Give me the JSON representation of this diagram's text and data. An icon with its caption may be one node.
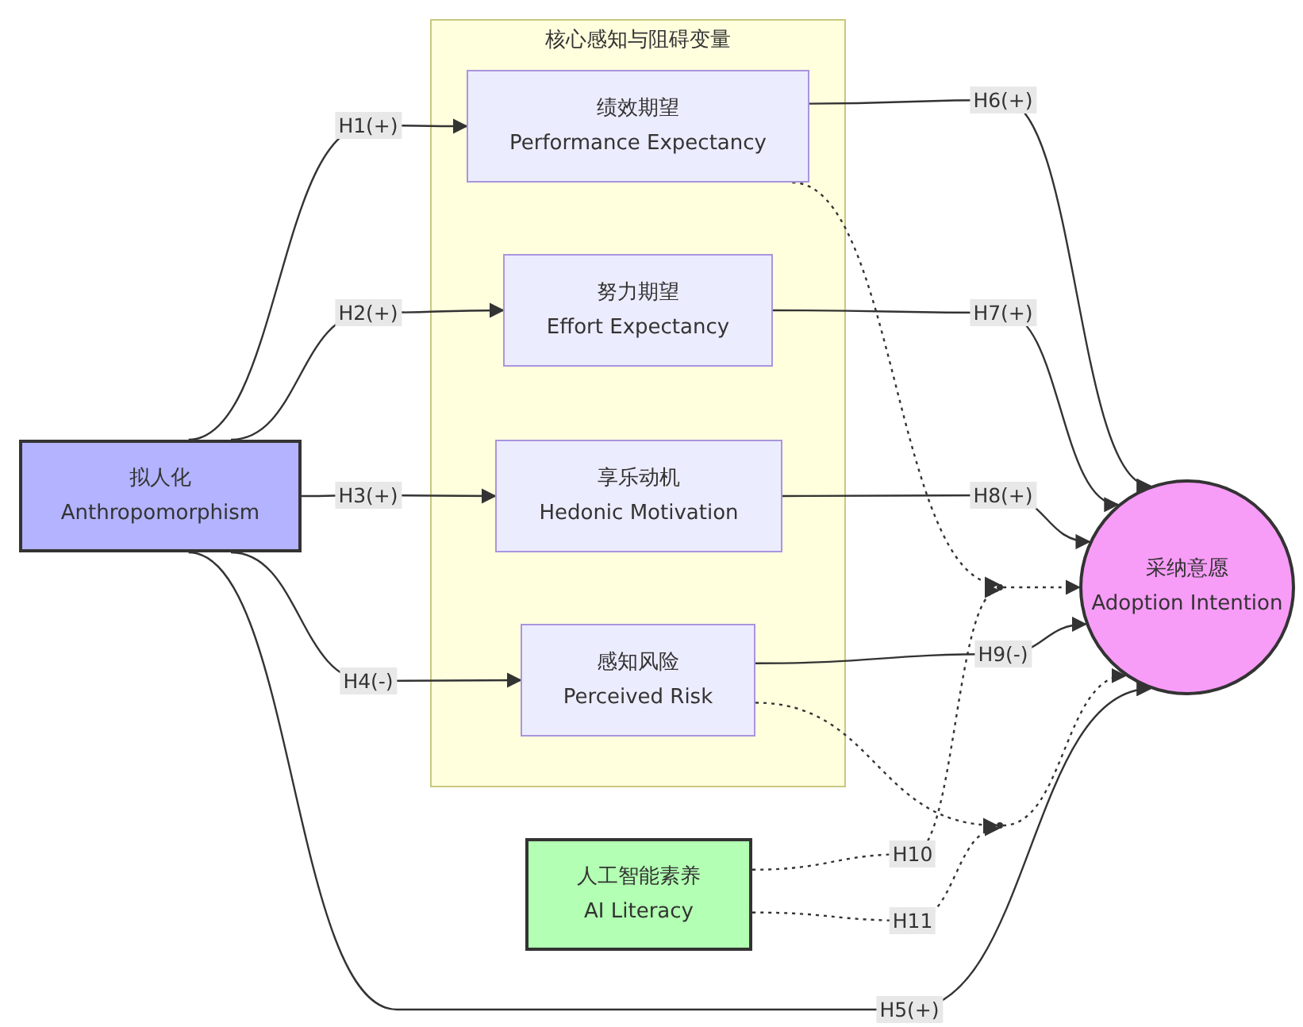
{
  "diagram": {
    "nodes": [
      {
        "text": [
          "拟人化",
          "Anthropomorphism"
        ]
      },
      {
        "text": [
          "核心感知与阻碍变量"
        ]
      },
      {
        "text": [
          "绩效期望",
          "Performance Expectancy"
        ],
        "in": 1
      },
      {
        "text": [
          "努力期望",
          "Effort Expectancy"
        ],
        "in": 1
      },
      {
        "text": [
          "享乐动机",
          "Hedonic Motivation"
        ],
        "in": 1
      },
      {
        "text": [
          "感知风险",
          "Perceived Risk"
        ],
        "in": 1
      },
      {
        "text": [
          "人工智能素养",
          "AI Literacy"
        ]
      },
      {
        "text": [],
        "shape": "point"
      },
      {
        "text": [],
        "shape": "point"
      },
      {
        "text": [
          "采纳意愿",
          "Adoption Intention"
        ]
      }
    ],
    "edges": [
      {
        "from": 0,
        "to": 2,
        "arrow": "to",
        "label": "H1(+)"
      },
      {
        "from": 0,
        "to": 3,
        "arrow": "to",
        "label": "H2(+)"
      },
      {
        "from": 0,
        "to": 4,
        "arrow": "to",
        "label": "H3(+)"
      },
      {
        "from": 0,
        "to": 5,
        "arrow": "to",
        "label": "H4(-)"
      },
      {
        "from": 0,
        "to": 9,
        "arrow": "to",
        "label": "H5(+)"
      },
      {
        "from": 2,
        "to": 9,
        "arrow": "to",
        "label": "H6(+)"
      },
      {
        "from": 3,
        "to": 9,
        "arrow": "to",
        "label": "H7(+)"
      },
      {
        "from": 4,
        "to": 9,
        "arrow": "to",
        "label": "H8(+)"
      },
      {
        "from": 5,
        "to": 9,
        "arrow": "to",
        "label": "H9(-)"
      },
      {
        "from": 2,
        "to": 7,
        "arrow": "to",
        "style": "dashed"
      },
      {
        "from": 6,
        "to": 7,
        "arrow": "to",
        "style": "dashed",
        "label": "H10"
      },
      {
        "from": 7,
        "to": 9,
        "arrow": "to",
        "style": "dashed"
      },
      {
        "from": 5,
        "to": 8,
        "arrow": "to",
        "style": "dashed"
      },
      {
        "from": 6,
        "to": 8,
        "arrow": "to",
        "style": "dashed",
        "label": "H11"
      },
      {
        "from": 8,
        "to": 9,
        "arrow": "to",
        "style": "dashed"
      }
    ]
  }
}
